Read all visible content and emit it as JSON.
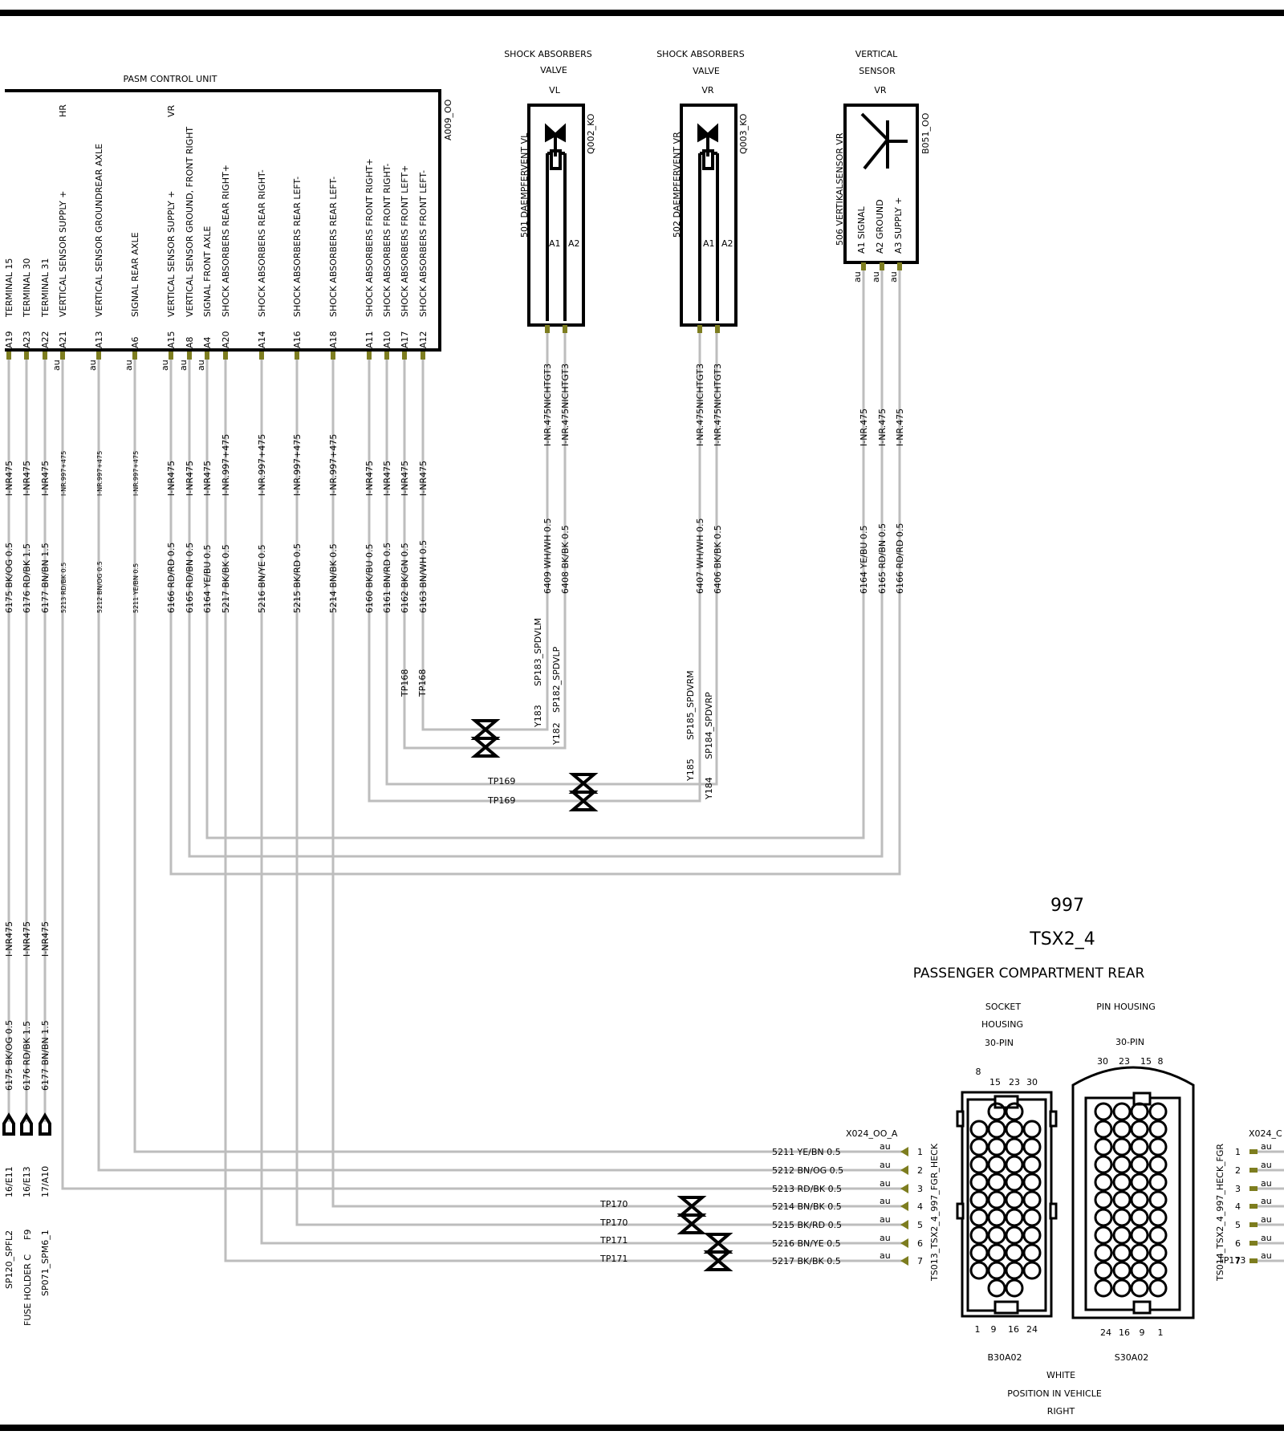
{
  "title_lines": [
    "997",
    "TSX2_4",
    "PASSENGER COMPARTMENT REAR"
  ],
  "pasm": {
    "label": "PASM CONTROL UNIT",
    "id": "A009_OO",
    "pins": [
      {
        "pin": "A19",
        "func": "TERMINAL 15"
      },
      {
        "pin": "A23",
        "func": "TERMINAL 30"
      },
      {
        "pin": "A22",
        "func": "TERMINAL 31"
      },
      {
        "pin": "A21",
        "func": "VERTICAL   SENSOR   SUPPLY +",
        "top": "HR"
      },
      {
        "pin": "A13",
        "func": "VERTICAL   SENSOR   GROUNDREAR AXLE"
      },
      {
        "pin": "A6",
        "func": "SIGNAL   REAR AXLE"
      },
      {
        "pin": "A15",
        "func": "VERTICAL   SENSOR   SUPPLY +",
        "top": "VR"
      },
      {
        "pin": "A8",
        "func": "VERTICAL   SENSOR   GROUND, FRONT RIGHT"
      },
      {
        "pin": "A4",
        "func": "SIGNAL   FRONT AXLE"
      },
      {
        "pin": "A20",
        "func": "SHOCK ABSORBERS  REAR RIGHT+"
      },
      {
        "pin": "A14",
        "func": "SHOCK ABSORBERS  REAR RIGHT-"
      },
      {
        "pin": "A16",
        "func": "SHOCK ABSORBERS  REAR LEFT-"
      },
      {
        "pin": "A18",
        "func": "SHOCK ABSORBERS  REAR LEFT-"
      },
      {
        "pin": "A11",
        "func": "SHOCK ABSORBERS FRONT RIGHT+"
      },
      {
        "pin": "A10",
        "func": "SHOCK ABSORBERS FRONT RIGHT-"
      },
      {
        "pin": "A17",
        "func": "SHOCK ABSORBERS FRONT LEFT+"
      },
      {
        "pin": "A12",
        "func": "SHOCK ABSORBERS FRONT LEFT-"
      }
    ]
  },
  "left_wires": [
    {
      "tag": "I-NR475",
      "name": "6175 BK/OG 0.5"
    },
    {
      "tag": "I-NR475",
      "name": "6176 RD/BK 1.5"
    },
    {
      "tag": "I-NR475",
      "name": "6177 BN/BN 1.5"
    },
    {
      "tag": "I-NR.997+475",
      "name": "5213 RD/BK 0.5"
    },
    {
      "tag": "I-NR.997+475",
      "name": "5212 BN/OG 0.5"
    },
    {
      "tag": "I-NR.997+475",
      "name": "5211 YE/BN 0.5"
    },
    {
      "tag": "I-NR475",
      "name": "6166 RD/RD 0.5"
    },
    {
      "tag": "I-NR475",
      "name": "6165 RD/BN 0.5"
    },
    {
      "tag": "I-NR475",
      "name": "6164 YE/BU 0.5"
    },
    {
      "tag": "I-NR.997+475",
      "name": "5217 BK/BK 0.5"
    },
    {
      "tag": "I-NR.997+475",
      "name": "5216 BN/YE 0.5"
    },
    {
      "tag": "I-NR.997+475",
      "name": "5215 BK/RD 0.5"
    },
    {
      "tag": "I-NR.997+475",
      "name": "5214 BN/BK 0.5"
    },
    {
      "tag": "I-NR475",
      "name": "6160 BK/BU 0.5"
    },
    {
      "tag": "I-NR475",
      "name": "6161 BN/RD 0.5"
    },
    {
      "tag": "I-NR475",
      "name": "6162 BK/GN 0.5"
    },
    {
      "tag": "I-NR475",
      "name": "6163 BN/WH 0.5"
    }
  ],
  "left_bottom": {
    "tags": [
      "I-NR475",
      "I-NR475",
      "I-NR475"
    ],
    "names": [
      "6175 BK/OG 0.5",
      "6176 RD/BK 1.5",
      "6177 BN/BN 1.5"
    ],
    "codes": [
      "16/E11",
      "16/E13",
      "17/A10"
    ],
    "labels": [
      "SP120_SPFL2",
      "F9",
      "FUSE HOLDER C",
      "SP071_SPM6_1"
    ]
  },
  "valve_vl": {
    "head": [
      "SHOCK ABSORBERS",
      "VALVE",
      "VL"
    ],
    "id": "Q002_KO",
    "name": "501  DAEMPFERVENT VL",
    "pins": [
      "A1",
      "A2"
    ],
    "tags": [
      "I-NR.475NICHTGT3",
      "I-NR.475NICHTGT3"
    ],
    "wires": [
      "6409 WH/WH 0.5",
      "6408 BK/BK 0.5"
    ],
    "splices": [
      "SP183_SPDVLM",
      "SP182_SPDVLP"
    ],
    "ys": [
      "Y183",
      "Y182"
    ]
  },
  "valve_vr": {
    "head": [
      "SHOCK ABSORBERS",
      "VALVE",
      "VR"
    ],
    "id": "Q003_KO",
    "name": "502  DAEMPFERVENT VR",
    "pins": [
      "A1",
      "A2"
    ],
    "tags": [
      "I-NR.475NICHTGT3",
      "I-NR.475NICHTGT3"
    ],
    "wires": [
      "6407 WH/WH 0.5",
      "6406 BK/BK 0.5"
    ],
    "splices": [
      "SP185_SPDVRM",
      "SP184_SPDVRP"
    ],
    "ys": [
      "Y185",
      "Y184"
    ]
  },
  "sensor_vr": {
    "head": [
      "VERTICAL",
      "SENSOR",
      "VR"
    ],
    "id": "B051_OO",
    "name": "506  VERTIKALSENSOR VR",
    "pins": [
      "A1  SIGNAL",
      "A2  GROUND",
      "A3  SUPPLY +"
    ],
    "tags": [
      "I-NR.475",
      "I-NR.475",
      "I-NR.475"
    ],
    "wires": [
      "6164 YE/BU 0.5",
      "6165 RD/BN 0.5",
      "6166 RD/RD 0.5"
    ]
  },
  "tp_labels": {
    "tp168": "TP168",
    "tp169": "TP169",
    "tp170": "TP170",
    "tp171": "TP171"
  },
  "x024a": {
    "id": "X024_OO_A",
    "wires": [
      "5211 YE/BN 0.5",
      "5212 BN/OG 0.5",
      "5213 RD/BK 0.5",
      "5214 BN/BK 0.5",
      "5215 BK/RD 0.5",
      "5216 BN/YE 0.5",
      "5217 BK/BK 0.5"
    ],
    "pins": [
      "1",
      "2",
      "3",
      "4",
      "5",
      "6",
      "7"
    ],
    "au": "au",
    "side": "TS013_TSX2_4_997_FGR_HECK"
  },
  "x024b": {
    "id": "X024_C",
    "side": "TS014_TSX2_4_997_HECK_FGR",
    "pins": [
      "1",
      "2",
      "3",
      "4",
      "5",
      "6",
      "7"
    ],
    "tp": "TP173"
  },
  "socket": {
    "head": [
      "SOCKET",
      "HOUSING",
      "30-PIN"
    ],
    "top_nums": [
      "8",
      "15",
      "23",
      "30"
    ],
    "bot_nums": [
      "1",
      "9",
      "16",
      "24"
    ],
    "code": "B30A02"
  },
  "pinh": {
    "head": [
      "PIN HOUSING",
      "30-PIN"
    ],
    "top_nums": [
      "30",
      "23",
      "15",
      "8"
    ],
    "bot_nums": [
      "24",
      "16",
      "9",
      "1"
    ],
    "code": "S30A02"
  },
  "footer": [
    "WHITE",
    "POSITION IN VEHICLE",
    "RIGHT"
  ],
  "au": "au"
}
